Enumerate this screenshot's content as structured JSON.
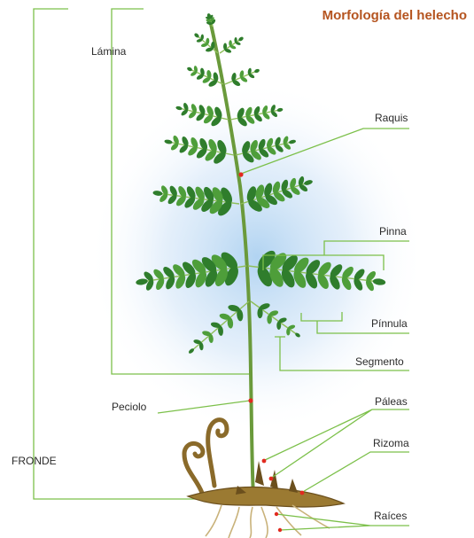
{
  "title": "Morfología del helecho",
  "labels": {
    "lamina": "Lámina",
    "raquis": "Raquis",
    "pinna": "Pinna",
    "pinnula": "Pínnula",
    "segmento": "Segmento",
    "peciolo": "Peciolo",
    "paleas": "Páleas",
    "rizoma": "Rizoma",
    "raices": "Raíces",
    "fronde": "FRONDE"
  },
  "colors": {
    "title": "#b5541f",
    "leader_lines": "#7cc04a",
    "frond_dark": "#2f7d2c",
    "frond_light": "#4e9e3a",
    "stem": "#6a9a3b",
    "glow": "#a9cff0",
    "rhizome": "#8a6a2a",
    "marker": "#e12a1f"
  },
  "icons": [
    "fern-frond",
    "rhizome",
    "fiddlehead",
    "roots"
  ]
}
